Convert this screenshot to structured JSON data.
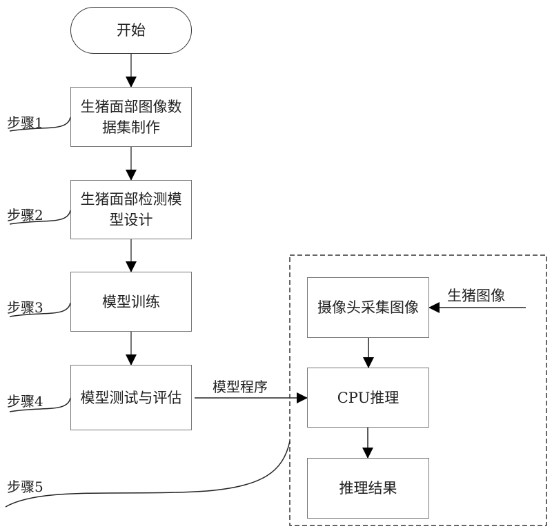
{
  "diagram": {
    "type": "flowchart",
    "start": "开始",
    "steps": [
      {
        "id": "step1",
        "label": "步骤1",
        "text": "生猪面部图像数据集制作"
      },
      {
        "id": "step2",
        "label": "步骤2",
        "text": "生猪面部检测模型设计"
      },
      {
        "id": "step3",
        "label": "步骤3",
        "text": "模型训练"
      },
      {
        "id": "step4",
        "label": "步骤4",
        "text": "模型测试与评估"
      }
    ],
    "step5": {
      "label": "步骤5",
      "group": [
        {
          "id": "camera",
          "text": "摄像头采集图像"
        },
        {
          "id": "cpu",
          "text": "CPU推理"
        },
        {
          "id": "result",
          "text": "推理结果"
        }
      ]
    },
    "edges": {
      "model_program": "模型程序",
      "pig_image": "生猪图像"
    }
  }
}
